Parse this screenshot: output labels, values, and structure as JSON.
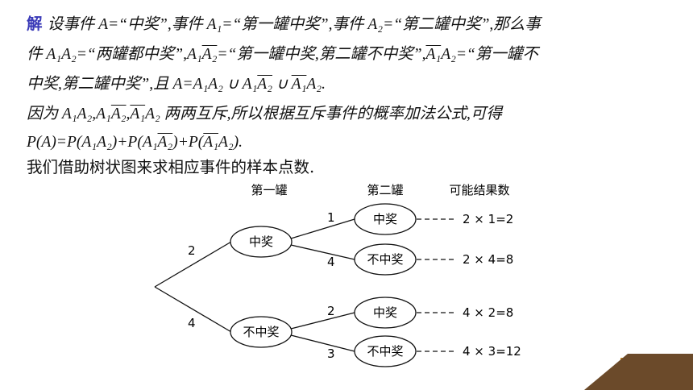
{
  "text": {
    "kw": "解",
    "l1": "设事件 A=“中奖”,事件 A₁=“第一罐中奖”,事件 A₂=“第二罐中奖”,那么事",
    "l2a": "件 A₁A₂=“两罐都中奖”,A₁",
    "l2b": "A₂",
    "l2c": "=“第一罐中奖,第二罐不中奖”,",
    "l2d": "A₁",
    "l2e": "A₂=“第一罐不",
    "l3a": "中奖,第二罐中奖”,且 A=A₁A₂ ∪ A₁",
    "l3b": "A₂",
    "l3c": " ∪ ",
    "l3d": "A₁",
    "l3e": "A₂.",
    "l4a": "因为 A₁A₂,A₁",
    "l4b": "A₂",
    "l4c": ",",
    "l4d": "A₁",
    "l4e": "A₂ 两两互斥,所以根据互斥事件的概率加法公式,可得",
    "l5a": "P(A)=P(A₁A₂)+P(A₁",
    "l5b": "A₂",
    "l5c": ")+P(",
    "l5d": "A₁",
    "l5e": "A₂).",
    "l6": "我们借助树状图来求相应事件的样本点数."
  },
  "tree": {
    "headers": [
      "第一罐",
      "第二罐",
      "可能结果数"
    ],
    "level1": [
      {
        "label": "中奖",
        "weight": "2"
      },
      {
        "label": "不中奖",
        "weight": "4"
      }
    ],
    "level2": [
      {
        "label": "中奖",
        "weight": "1",
        "result": "2 × 1=2"
      },
      {
        "label": "不中奖",
        "weight": "4",
        "result": "2 × 4=8"
      },
      {
        "label": "中奖",
        "weight": "2",
        "result": "4 × 2=8"
      },
      {
        "label": "不中奖",
        "weight": "3",
        "result": "4 × 3=12"
      }
    ]
  },
  "colors": {
    "keyword": "#3a3ab8",
    "deco_gold": "#c58a25",
    "deco_brown": "#6b4a2a"
  }
}
